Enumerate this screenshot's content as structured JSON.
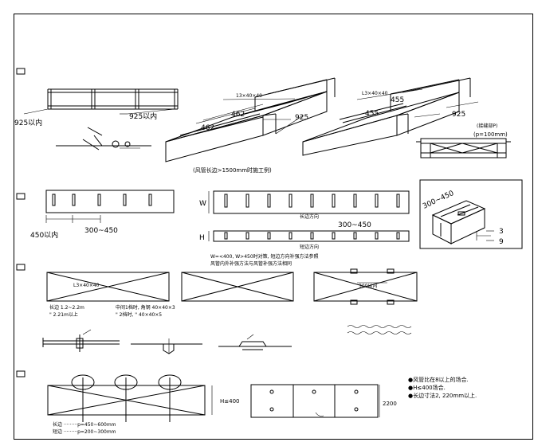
{
  "row1": {
    "dim_925_left": "925以内",
    "dim_925_right": "925以内",
    "duct_mid_label_top": "13×40×40",
    "duct_mid_dim_a": "462",
    "duct_mid_dim_b": "462",
    "duct_mid_dim_c": "925",
    "duct_right_label_top": "L3×40×40",
    "duct_right_dim_a": "455",
    "duct_right_dim_b": "455",
    "duct_right_dim_c": "925",
    "angle_note": "(接缝部P)",
    "pitch_note": "(p=100mm)",
    "caption": "(风管长边>1500mm时施工例)"
  },
  "row2": {
    "dim_450": "450以内",
    "dim_300_450_left": "300~450",
    "letter_w": "W",
    "letter_h": "H",
    "label_long_side": "长边方向",
    "label_short_side": "短边方向",
    "dim_300_450_right": "300~450",
    "note_line1": "W=<400, W>450时对策, 短边方向补强方法参照",
    "note_line2": "风管内外补强方法与风管补强方法相同",
    "inset_dim": "300~450",
    "inset_digit_top": "3",
    "inset_digit_bottom": "9"
  },
  "row3": {
    "brace_label_left": "L3×40×40",
    "brace_label_right": "300以内",
    "note_left_line1": "长边  1.2~2.2m",
    "note_left_line2": "\"   2.21m以上",
    "note_right_line1": "中间1档时, 角钢  40×40×3",
    "note_right_line2": "\"  2档时,    \"  40×40×5"
  },
  "row5": {
    "dim_h_left": "H≤400",
    "dim_h_right": "2200",
    "note_a": "●风管比在8以上的场合.",
    "note_b": "●H≤400场合.",
    "note_c": "●长边寸法2, 220mm以上.",
    "legend_line1": "长边 ·········p=450~600mm",
    "legend_line2": "短边 ·········p=200~300mm"
  }
}
